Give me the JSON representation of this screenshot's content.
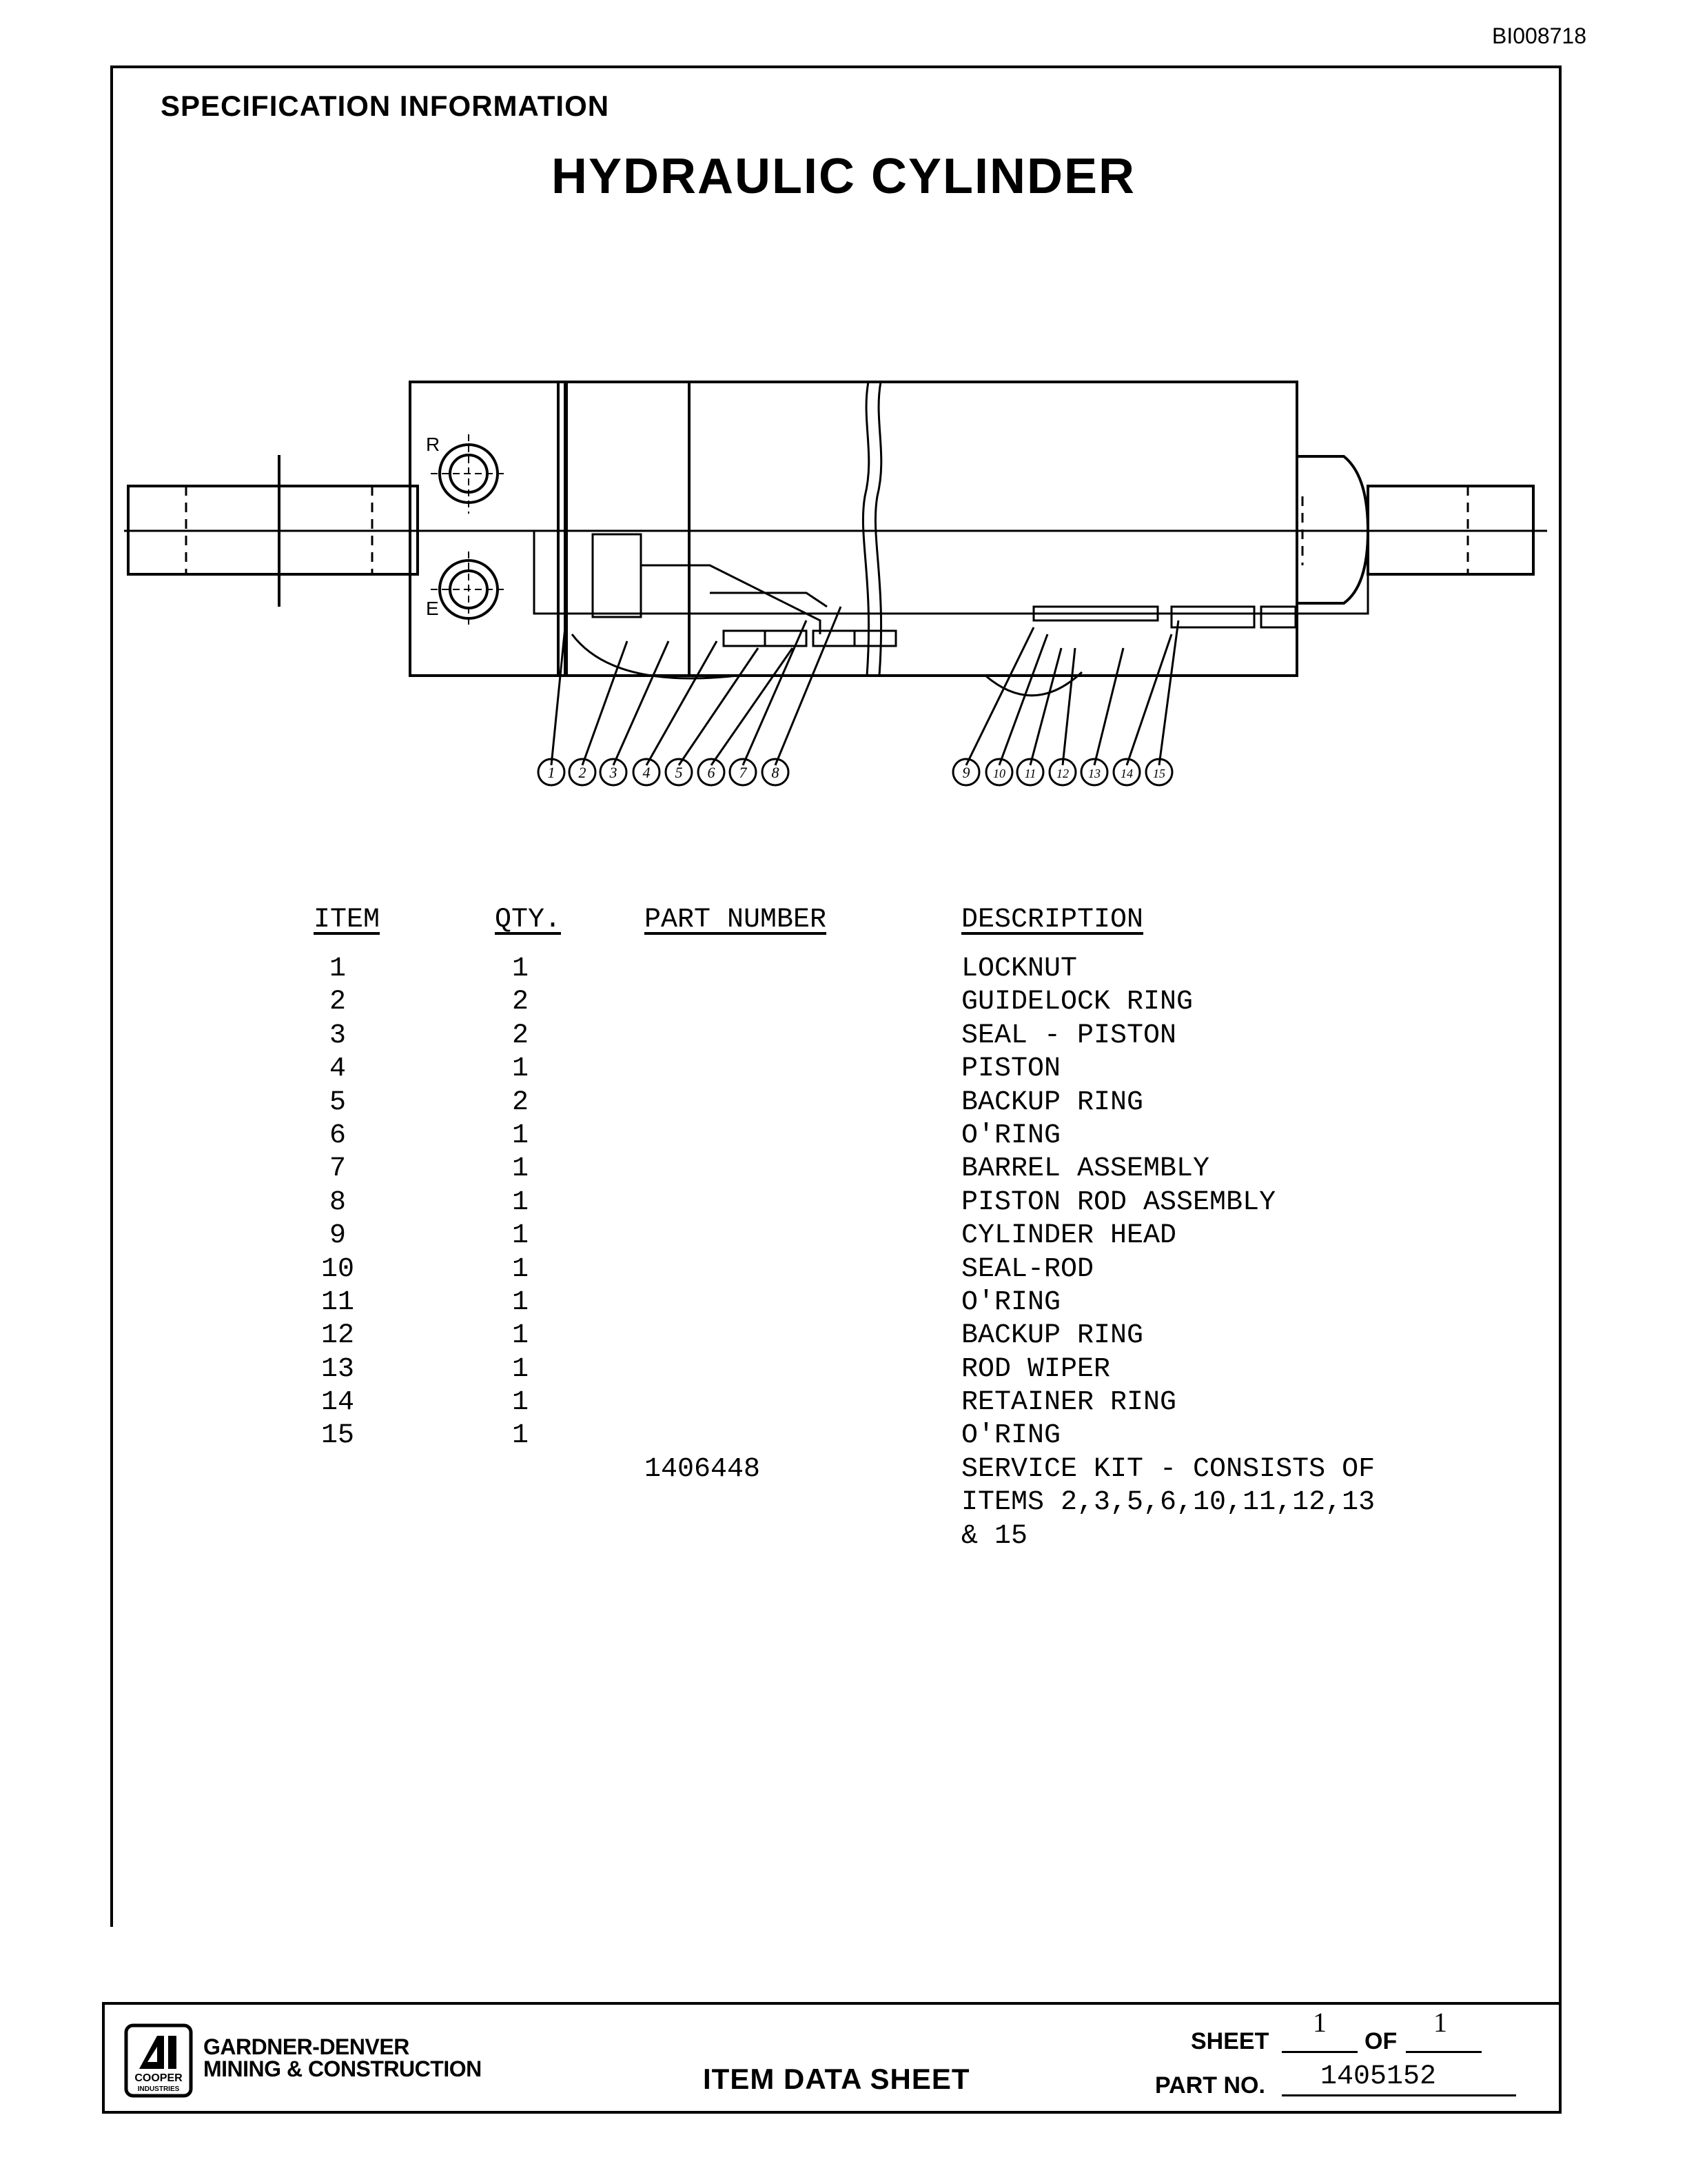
{
  "doc_id": "BI008718",
  "header": {
    "spec_label": "SPECIFICATION INFORMATION",
    "title": "HYDRAULIC CYLINDER"
  },
  "diagram": {
    "port_labels": [
      "R",
      "E"
    ],
    "callouts": [
      "1",
      "2",
      "3",
      "4",
      "5",
      "6",
      "7",
      "8",
      "9",
      "10",
      "11",
      "12",
      "13",
      "14",
      "15"
    ]
  },
  "table": {
    "headers": {
      "item": "ITEM",
      "qty": "QTY.",
      "part_number": "PART NUMBER",
      "description": "DESCRIPTION"
    },
    "rows": [
      {
        "item": "1",
        "qty": "1",
        "part_number": "",
        "description": "LOCKNUT"
      },
      {
        "item": "2",
        "qty": "2",
        "part_number": "",
        "description": "GUIDELOCK RING"
      },
      {
        "item": "3",
        "qty": "2",
        "part_number": "",
        "description": "SEAL - PISTON"
      },
      {
        "item": "4",
        "qty": "1",
        "part_number": "",
        "description": "PISTON"
      },
      {
        "item": "5",
        "qty": "2",
        "part_number": "",
        "description": "BACKUP RING"
      },
      {
        "item": "6",
        "qty": "1",
        "part_number": "",
        "description": "O'RING"
      },
      {
        "item": "7",
        "qty": "1",
        "part_number": "",
        "description": "BARREL ASSEMBLY"
      },
      {
        "item": "8",
        "qty": "1",
        "part_number": "",
        "description": "PISTON ROD ASSEMBLY"
      },
      {
        "item": "9",
        "qty": "1",
        "part_number": "",
        "description": "CYLINDER HEAD"
      },
      {
        "item": "10",
        "qty": "1",
        "part_number": "",
        "description": "SEAL-ROD"
      },
      {
        "item": "11",
        "qty": "1",
        "part_number": "",
        "description": "O'RING"
      },
      {
        "item": "12",
        "qty": "1",
        "part_number": "",
        "description": "BACKUP RING"
      },
      {
        "item": "13",
        "qty": "1",
        "part_number": "",
        "description": "ROD WIPER"
      },
      {
        "item": "14",
        "qty": "1",
        "part_number": "",
        "description": "RETAINER RING"
      },
      {
        "item": "15",
        "qty": "1",
        "part_number": "",
        "description": "O'RING"
      },
      {
        "item": "",
        "qty": "",
        "part_number": "1406448",
        "description": "SERVICE KIT - CONSISTS OF"
      },
      {
        "item": "",
        "qty": "",
        "part_number": "",
        "description": "ITEMS 2,3,5,6,10,11,12,13"
      },
      {
        "item": "",
        "qty": "",
        "part_number": "",
        "description": "& 15"
      }
    ]
  },
  "footer": {
    "logo_text": [
      "COOPER",
      "INDUSTRIES"
    ],
    "company_line1": "GARDNER-DENVER",
    "company_line2": "MINING & CONSTRUCTION",
    "form_name": "ITEM DATA SHEET",
    "sheet_label": "SHEET",
    "sheet_number": "1",
    "of_label": "OF",
    "sheet_total": "1",
    "part_no_label": "PART NO.",
    "part_no": "1405152"
  }
}
